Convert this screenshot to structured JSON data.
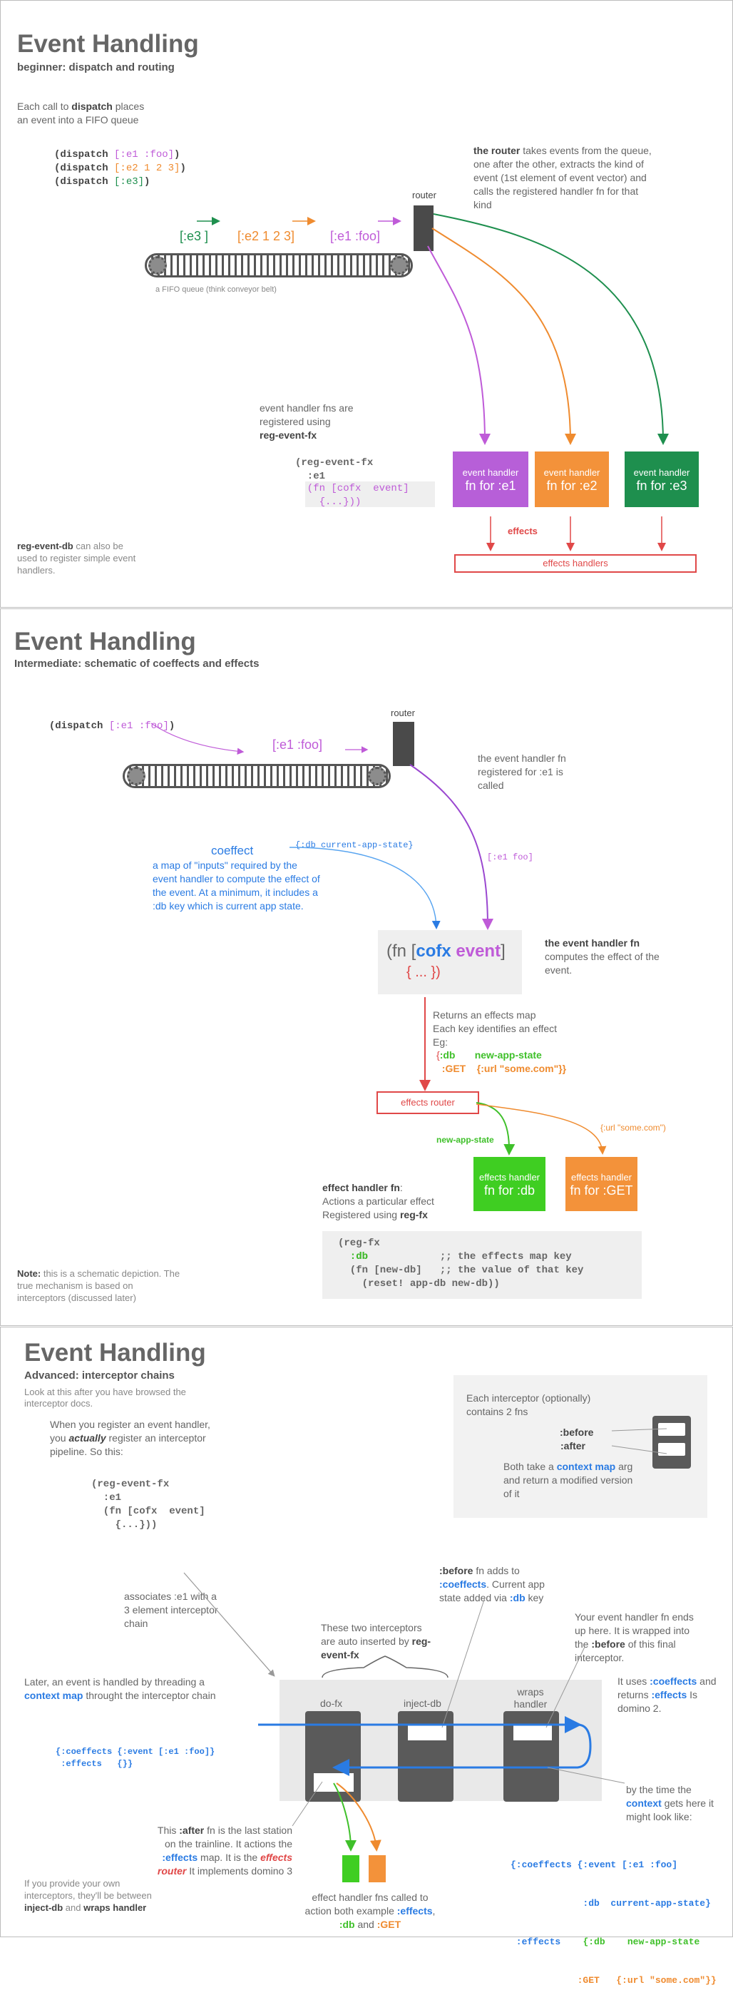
{
  "colors": {
    "pink": "#bf5bd8",
    "orange": "#ef8b2f",
    "green": "#1e8f4e",
    "red": "#e04848",
    "blue": "#2a7be3",
    "lime": "#3fc02a",
    "gray": "#5a5a5a"
  },
  "p1": {
    "title": "Event Handling",
    "subtitle": "beginner: dispatch and routing",
    "intro_a": "Each call to ",
    "intro_b": "dispatch",
    "intro_c": " places",
    "intro_d": "an event into a FIFO queue",
    "code": [
      {
        "a": "(dispatch ",
        "b": "[:e1 :foo]",
        "c": ")"
      },
      {
        "a": "(dispatch ",
        "b": "[:e2 1 2 3]",
        "c": ")"
      },
      {
        "a": "(dispatch ",
        "b": "[:e3]",
        "c": ")"
      }
    ],
    "router_label": "router",
    "router_desc_bold": "the router",
    "router_desc": " takes events from the queue, one after the other, extracts the kind of event (1st element of event vector) and calls the registered handler fn for that kind",
    "queue_e3": "[:e3 ]",
    "queue_e2": "[:e2  1 2 3]",
    "queue_e1": "[:e1  :foo]",
    "queue_caption": "a FIFO queue (think conveyor belt)",
    "reg_l1": "event handler fns are",
    "reg_l2": "registered using",
    "reg_l3": "reg-event-fx",
    "reg_code1": "(reg-event-fx\n  :e1",
    "reg_code2": "  (fn [cofx  event]\n    {...}))",
    "handlers": [
      {
        "top": "event handler",
        "bottom": "fn for :e1"
      },
      {
        "top": "event handler",
        "bottom": "fn for :e2"
      },
      {
        "top": "event handler",
        "bottom": "fn for :e3"
      }
    ],
    "effects_label": "effects",
    "effects_handlers": "effects handlers",
    "note_bold": "reg-event-db",
    "note": " can also be used to register simple event handlers."
  },
  "p2": {
    "title": "Event Handling",
    "subtitle": "Intermediate: schematic of coeffects and effects",
    "dispatch_a": "(dispatch ",
    "dispatch_b": "[:e1 :foo]",
    "dispatch_c": ")",
    "queue_e1": "[:e1  :foo]",
    "router_label": "router",
    "called_desc": "the event handler fn registered for  :e1 is called",
    "event_arg": "[:e1 foo]",
    "db_arg": "{:db current-app-state}",
    "coeffect_title": "coeffect",
    "coeffect_desc": "a map of \"inputs\" required  by the event handler to compute the effect of the event. At a minimum, it includes a :db key which is current app state.",
    "fn_a": "(fn  [",
    "fn_b": "cofx",
    "fn_c": "  event",
    "fn_d": "]",
    "fn_e": "{ ... })",
    "fn_desc_bold": "the event handler fn",
    "fn_desc": " computes the effect of the event.",
    "ret_l1": "Returns an effects map",
    "ret_l2": "Each key identifies an effect",
    "ret_l3": "Eg:",
    "ret_brace": "{",
    "ret_db": ":db",
    "ret_db_val": "new-app-state",
    "ret_get": ":GET",
    "ret_get_val": "{:url \"some.com\"}}",
    "router_box": "effects router",
    "new_state_label": "new-app-state",
    "url_label": "{:url \"some.com\")",
    "fx_db": {
      "top": "effects handler",
      "bottom": "fn for :db"
    },
    "fx_get": {
      "top": "effects handler",
      "bottom": "fn for :GET"
    },
    "efx_title": "effect  handler fn",
    "efx_l1": "Actions a particular effect",
    "efx_l2": "Registered using ",
    "efx_l2b": "reg-fx",
    "regfx_code": "(reg-fx\n  :db            ;; the effects map key\n  (fn [new-db]   ;; the value of that key\n    (reset! app-db new-db))",
    "note_bold": "Note:",
    "note": " this is a schematic depiction. The true mechanism is based on interceptors (discussed later)"
  },
  "p3": {
    "title": "Event Handling",
    "subtitle": "Advanced: interceptor chains",
    "subnote": "Look at this after you have browsed the interceptor docs.",
    "info_l1": "Each interceptor (optionally)",
    "info_l2": "contains 2 fns",
    "before": ":before",
    "after": ":after",
    "both_a": "Both take a ",
    "both_b": "context map",
    "both_c": " arg and return a modified version of it",
    "reg_a": "When you register an event handler, you ",
    "reg_b": "actually",
    "reg_c": " register an interceptor pipeline. So this:",
    "code": "(reg-event-fx\n  :e1\n  (fn [cofx  event]\n    {...}))",
    "assoc": "associates :e1 with a 3 element interceptor chain",
    "later_a": "Later, an event is handled by threading a ",
    "later_b": "context map",
    "later_c": " throught the interceptor chain",
    "ctx_code1": "{:coeffects {:event [:e1 :foo]}",
    "ctx_code2": " :effects   {}}",
    "auto_a": "These two interceptors are auto inserted by ",
    "auto_b": "reg-event-fx",
    "before_a": ":before",
    "before_b": " fn adds to ",
    "before_c": ":coeffects",
    "before_d": ". Current app state added via ",
    "before_e": ":db",
    "before_f": " key",
    "ends_a": "Your event handler fn ends up here. It is wrapped into the ",
    "ends_b": ":before",
    "ends_c": " of this final interceptor.",
    "uses_a": "It uses ",
    "uses_b": ":coeffects",
    "uses_c": " and returns ",
    "uses_d": ":effects",
    "uses_e": " Is domino 2.",
    "icl_dofx": "do-fx",
    "icl_inject": "inject-db",
    "icl_wraps": "wraps handler",
    "bytime_a": "by the time the ",
    "bytime_b": "context",
    "bytime_c": " gets here it might look like:",
    "final1": "{:coeffects {:event [:e1 :foo]",
    "final2": "             :db  current-app-state}",
    "final3": " :effects",
    "final3b": "{:db",
    "final3c": "new-app-state",
    "final4": ":GET",
    "final4b": "{:url \"some.com\"}}",
    "after_a": "This ",
    "after_b": ":after",
    "after_c": " fn is the last station on the trainline.  It actions the ",
    "after_d": ":effects",
    "after_e": " map. It is the ",
    "after_f": "effects router",
    "after_g": " It implements domino 3",
    "efx_a": "effect handler fns called to action both example ",
    "efx_b": ":effects",
    "efx_c": ", ",
    "efx_d": ":db",
    "efx_e": " and ",
    "efx_f": ":GET",
    "own_a": "If you provide your own interceptors, they'll be between ",
    "own_b": "inject-db",
    "own_c": " and ",
    "own_d": "wraps handler"
  }
}
